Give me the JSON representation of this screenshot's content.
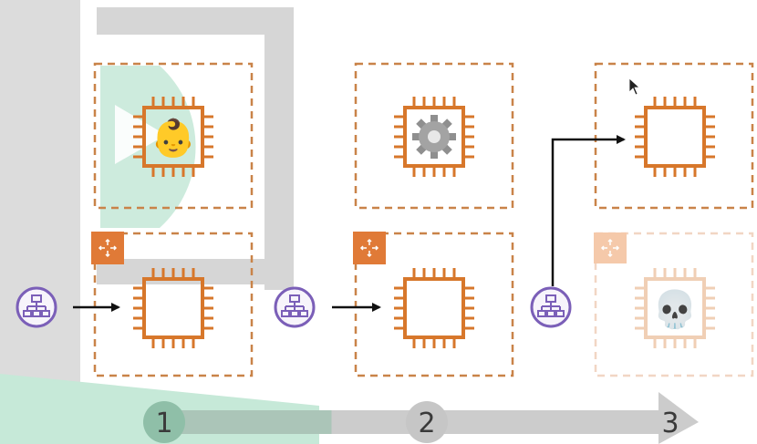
{
  "timeline": {
    "steps": [
      {
        "label": "1"
      },
      {
        "label": "2"
      },
      {
        "label": "3"
      }
    ],
    "completed_fraction": 0.33
  },
  "colors": {
    "ec2_orange": "#d7772b",
    "ec2_faded": "#f0cfb5",
    "dash_border": "#c98349",
    "dash_faded": "#f1d6c4",
    "load_balancer_purple": "#7b5fb8",
    "asg_badge": "#e07a37",
    "asg_badge_faded": "#f5c9aa",
    "timeline_green": "#b9e3d0",
    "timeline_gray": "#cccccc",
    "arrow": "#111111"
  },
  "icons": {
    "new_instance": "baby-face-icon",
    "running_instance": "gear-icon",
    "terminated_instance": "skull-icon",
    "load_balancer": "load-balancer-icon",
    "auto_scaling": "auto-scaling-group-icon",
    "instance": "ec2-chip-icon"
  },
  "glyphs": {
    "baby": "👶",
    "skull": "💀"
  }
}
